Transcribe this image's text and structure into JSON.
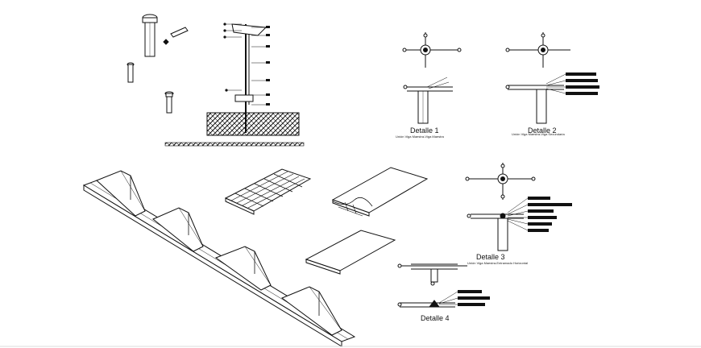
{
  "details": [
    {
      "title": "Detalle 1",
      "subtitle": "Unión Viga Maestra-Viga Maestra"
    },
    {
      "title": "Detalle 2",
      "subtitle": "Unión Viga Maestra-Viga Secundaria"
    },
    {
      "title": "Detalle 3",
      "subtitle": "Unión Viga Maestra-Entramado Horizontal"
    },
    {
      "title": "Detalle 4",
      "subtitle": ""
    }
  ]
}
